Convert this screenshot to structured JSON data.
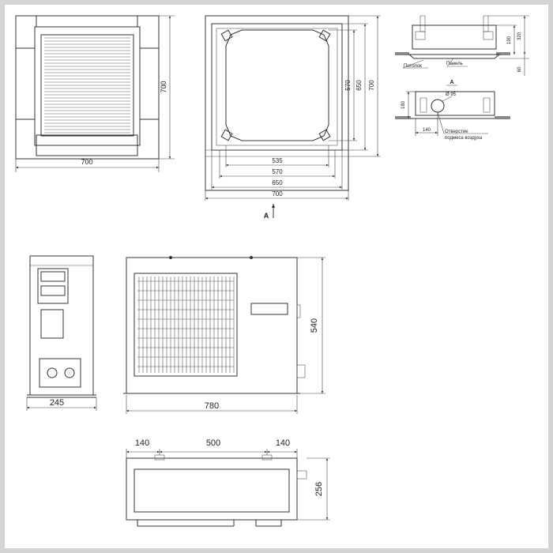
{
  "indoor_unit_front": {
    "width_label": "700",
    "height_label": "700"
  },
  "indoor_unit_panel": {
    "inner_widths": [
      "535",
      "570",
      "650",
      "700"
    ],
    "heights": [
      "570",
      "650",
      "700"
    ],
    "view_marker": "A"
  },
  "ceiling_section": {
    "ceiling_label": "Потолок",
    "panel_label": "Панель",
    "dims": [
      "190",
      "320",
      "60"
    ]
  },
  "view_a": {
    "title": "A",
    "hole_diameter": "Ø 95",
    "dim_height": "180",
    "dim_offset": "140",
    "hole_label_line1": "Отверстие",
    "hole_label_line2": "подмеса воздуха"
  },
  "outdoor_side": {
    "depth_label": "245"
  },
  "outdoor_front": {
    "width_label": "780",
    "height_label": "540"
  },
  "outdoor_top": {
    "left_offset": "140",
    "middle_span": "500",
    "right_offset": "140",
    "depth_label": "256"
  }
}
